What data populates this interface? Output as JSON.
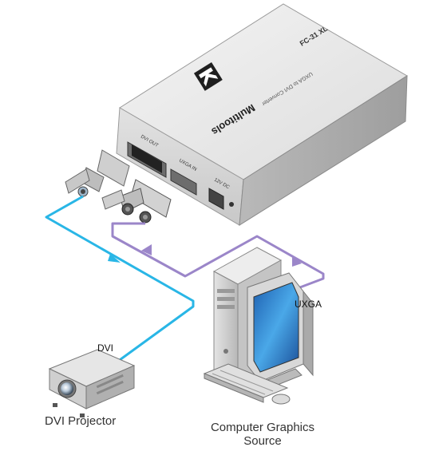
{
  "device": {
    "brand": "Multitools",
    "model": "FC-31 XL",
    "subtitle": "UXGA to DVI Converter",
    "port_dvi_out": "DVI OUT",
    "port_uxga_in": "UXGA IN",
    "port_power": "12V DC"
  },
  "labels": {
    "dvi_cable": "DVI",
    "uxga_cable": "UXGA",
    "projector_caption": "DVI Projector",
    "source_caption_line1": "Computer Graphics",
    "source_caption_line2": "Source"
  },
  "icons": {
    "logo": "kramer-logo-icon",
    "projector": "projector-icon",
    "computer": "computer-icon"
  },
  "colors": {
    "dvi_cable": "#29b6e6",
    "uxga_cable": "#9b86c9",
    "device_body": "#d9d9d9",
    "device_top": "#ececec"
  }
}
